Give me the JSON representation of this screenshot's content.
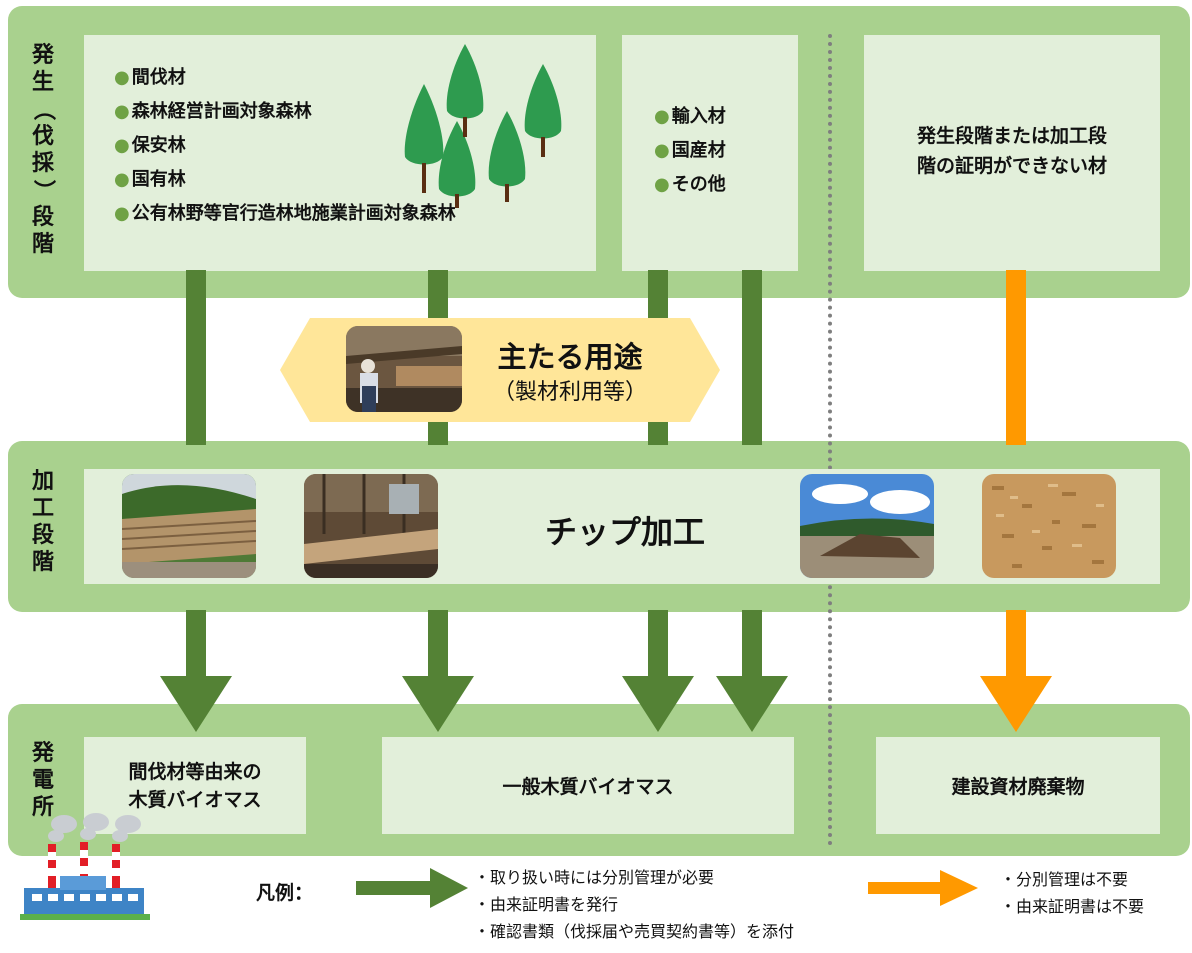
{
  "stages": {
    "felling": [
      "発",
      "生",
      "（",
      "伐",
      "採",
      "）",
      "段",
      "階"
    ],
    "processing": [
      "加",
      "工",
      "段",
      "階"
    ],
    "plant": [
      "発",
      "電",
      "所"
    ]
  },
  "felling_box1": {
    "items": [
      "間伐材",
      "森林経営計画対象森林",
      "保安林",
      "国有林",
      "公有林野等官行造林地施業計画対象森林"
    ]
  },
  "felling_box2": {
    "items": [
      "輸入材",
      "国産材",
      "その他"
    ]
  },
  "felling_box3": {
    "text_line1": "発生段階または加工段",
    "text_line2": "階の証明ができない材"
  },
  "main_use": {
    "title": "主たる用途",
    "subtitle": "（製材利用等）"
  },
  "processing": {
    "label": "チップ加工"
  },
  "plant_boxes": {
    "box1_line1": "間伐材等由来の",
    "box1_line2": "木質バイオマス",
    "box2": "一般木質バイオマス",
    "box3": "建設資材廃棄物"
  },
  "legend": {
    "label": "凡例：",
    "green_notes": [
      "・取り扱い時には分別管理が必要",
      "・由来証明書を発行",
      "・確認書類（伐採届や売買契約書等）を添付"
    ],
    "orange_notes": [
      "・分別管理は不要",
      "・由来証明書は不要"
    ]
  },
  "colors": {
    "band": "#a9d18e",
    "box": "#e2efda",
    "green_arrow": "#548235",
    "orange_arrow": "#ff9900",
    "main_use_fill": "#ffe699"
  },
  "icons": [
    "tree-icon",
    "factory-icon",
    "photo-sawmill",
    "photo-log-pile",
    "photo-lumber-yard",
    "photo-wood-debris",
    "photo-wood-chips"
  ]
}
